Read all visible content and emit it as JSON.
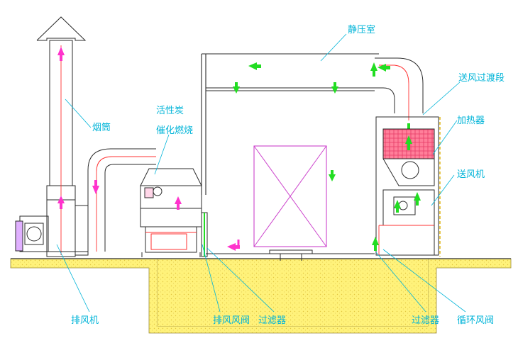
{
  "diagram": {
    "labels": {
      "booth": "静压室",
      "supply_transition": "送风过渡段",
      "chimney": "烟筒",
      "activated_carbon": "活性炭",
      "catalytic_combustion": "催化燃烧",
      "heater": "加热器",
      "supply_fan": "送风机",
      "exhaust_fan": "排风机",
      "exhaust_damper": "排风风阀",
      "filter_left": "过滤器",
      "filter_right": "过滤器",
      "recirc_damper": "循环风阀"
    },
    "colors": {
      "line": "#2b2b2b",
      "label": "#00b4d8",
      "airflow": "#ff3030",
      "arrow_green": "#22dd22",
      "arrow_pink": "#ff33cc",
      "ground": "#ffee88",
      "heater_fill": "#ff6688",
      "workpiece": "#cc44cc"
    }
  }
}
